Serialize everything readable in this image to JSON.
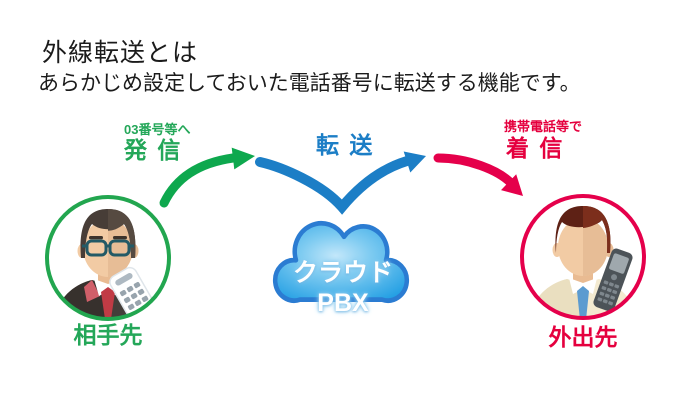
{
  "header": {
    "title": "外線転送とは",
    "subtitle": "あらかじめ設定しておいた電話番号に転送する機能です。"
  },
  "flow": {
    "outgoing": {
      "note": "03番号等へ",
      "label": "発 信"
    },
    "transfer": {
      "label": "転 送"
    },
    "incoming": {
      "note": "携帯電話等で",
      "label": "着 信"
    }
  },
  "nodes": {
    "caller": {
      "label": "相手先"
    },
    "cloud": {
      "label": "クラウドPBX"
    },
    "destination": {
      "label": "外出先"
    }
  },
  "colors": {
    "green": "#0ea84e",
    "blue": "#1c7ec6",
    "red": "#e5004b",
    "cloud_border": "#2b7cd2",
    "cloud_fill_top": "#c3e7fa",
    "cloud_fill_bottom": "#219ee3",
    "title_text": "#1b1b1b"
  }
}
